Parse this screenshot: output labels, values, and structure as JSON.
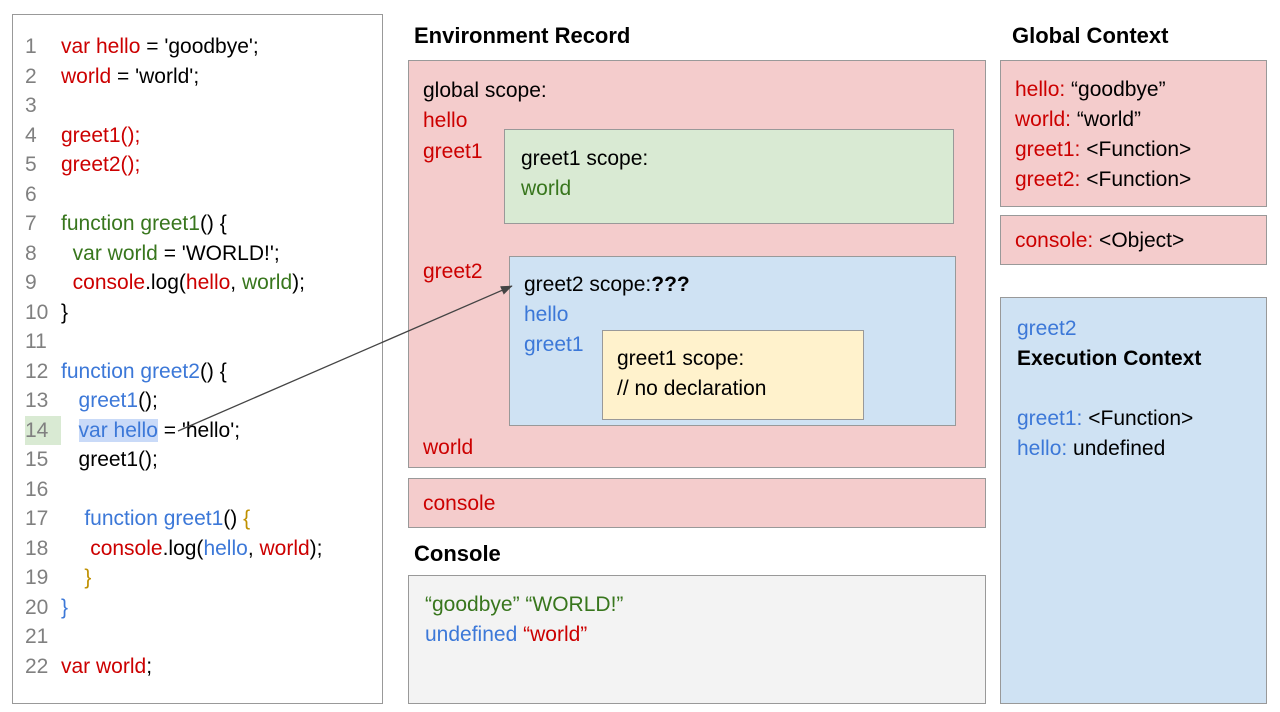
{
  "colors": {
    "red": "#cc0000",
    "green": "#38761d",
    "blue": "#3c78d8",
    "gold": "#bf9000",
    "black": "#000000"
  },
  "code": {
    "lines": [
      {
        "n": "1",
        "tokens": [
          [
            "var hello",
            "red"
          ],
          [
            " = 'goodbye';",
            "black"
          ]
        ]
      },
      {
        "n": "2",
        "tokens": [
          [
            "world",
            "red"
          ],
          [
            " = 'world';",
            "black"
          ]
        ]
      },
      {
        "n": "3",
        "tokens": []
      },
      {
        "n": "4",
        "tokens": [
          [
            "greet1();",
            "red"
          ]
        ]
      },
      {
        "n": "5",
        "tokens": [
          [
            "greet2();",
            "red"
          ]
        ]
      },
      {
        "n": "6",
        "tokens": []
      },
      {
        "n": "7",
        "tokens": [
          [
            "function greet1",
            "green"
          ],
          [
            "() {",
            "black"
          ]
        ]
      },
      {
        "n": "8",
        "tokens": [
          [
            "  ",
            "black"
          ],
          [
            "var world",
            "green"
          ],
          [
            " = 'WORLD!';",
            "black"
          ]
        ]
      },
      {
        "n": "9",
        "tokens": [
          [
            "  ",
            "black"
          ],
          [
            "console",
            "red"
          ],
          [
            ".log(",
            "black"
          ],
          [
            "hello",
            "red"
          ],
          [
            ", ",
            "black"
          ],
          [
            "world",
            "green"
          ],
          [
            ");",
            "black"
          ]
        ]
      },
      {
        "n": "10",
        "tokens": [
          [
            "}",
            "black"
          ]
        ]
      },
      {
        "n": "11",
        "tokens": []
      },
      {
        "n": "12",
        "tokens": [
          [
            "function greet2",
            "blue"
          ],
          [
            "() {",
            "black"
          ]
        ]
      },
      {
        "n": "13",
        "tokens": [
          [
            "   ",
            "black"
          ],
          [
            "greet1",
            "blue"
          ],
          [
            "();",
            "black"
          ]
        ]
      },
      {
        "n": "14",
        "hl_num": true,
        "tokens": [
          [
            "   ",
            "black"
          ],
          [
            "var hello",
            "blue",
            "sel"
          ],
          [
            " = 'hello';",
            "black"
          ]
        ]
      },
      {
        "n": "15",
        "tokens": [
          [
            "   ",
            "black"
          ],
          [
            "greet1();",
            "black"
          ]
        ]
      },
      {
        "n": "16",
        "tokens": []
      },
      {
        "n": "17",
        "tokens": [
          [
            "    ",
            "black"
          ],
          [
            "function greet1",
            "blue"
          ],
          [
            "() ",
            "black"
          ],
          [
            "{",
            "gold"
          ]
        ]
      },
      {
        "n": "18",
        "tokens": [
          [
            "     ",
            "black"
          ],
          [
            "console",
            "red"
          ],
          [
            ".log(",
            "black"
          ],
          [
            "hello",
            "blue"
          ],
          [
            ", ",
            "black"
          ],
          [
            "world",
            "red"
          ],
          [
            ");",
            "black"
          ]
        ]
      },
      {
        "n": "19",
        "tokens": [
          [
            "    ",
            "black"
          ],
          [
            "}",
            "gold"
          ]
        ]
      },
      {
        "n": "20",
        "tokens": [
          [
            "}",
            "blue"
          ]
        ]
      },
      {
        "n": "21",
        "tokens": []
      },
      {
        "n": "22",
        "tokens": [
          [
            "var world",
            "red"
          ],
          [
            ";",
            "black"
          ]
        ]
      }
    ]
  },
  "environment_record": {
    "heading": "Environment Record",
    "global_scope_label": "global scope:",
    "hello_label": "hello",
    "greet1_label": "greet1",
    "greet2_label": "greet2",
    "world_label": "world",
    "console_label": "console",
    "greet1_scope": {
      "title": "greet1 scope:",
      "world": "world"
    },
    "greet2_scope": {
      "title_tokens": [
        [
          "greet2 scope:",
          "black"
        ],
        [
          "???",
          "black",
          "b"
        ]
      ],
      "hello": "hello",
      "greet1": "greet1",
      "inner_greet1_scope": {
        "title": "greet1 scope:",
        "comment": "// no declaration"
      }
    }
  },
  "console_panel": {
    "heading": "Console",
    "lines": [
      [
        [
          "“goodbye”",
          "green"
        ],
        [
          " "
        ],
        [
          "“WORLD!”",
          "green"
        ]
      ],
      [
        [
          "undefined",
          "blue"
        ],
        [
          " "
        ],
        [
          "“world”",
          "red"
        ]
      ]
    ]
  },
  "global_context": {
    "heading": "Global Context",
    "variables": [
      [
        [
          "hello:",
          "red"
        ],
        [
          " “goodbye”",
          "black"
        ]
      ],
      [
        [
          "world:",
          "red"
        ],
        [
          " “world”",
          "black"
        ]
      ],
      [
        [
          "greet1:",
          "red"
        ],
        [
          " <Function>",
          "black"
        ]
      ],
      [
        [
          "greet2:",
          "red"
        ],
        [
          " <Function>",
          "black"
        ]
      ]
    ],
    "console_line": [
      [
        "console:",
        "red"
      ],
      [
        " <Object>",
        "black"
      ]
    ]
  },
  "execution_context": {
    "name": "greet2",
    "title": "Execution Context",
    "lines": [
      [
        [
          "greet1:",
          "blue"
        ],
        [
          " <Function>",
          "black"
        ]
      ],
      [
        [
          "hello:",
          "blue"
        ],
        [
          " undefined",
          "black"
        ]
      ]
    ]
  }
}
